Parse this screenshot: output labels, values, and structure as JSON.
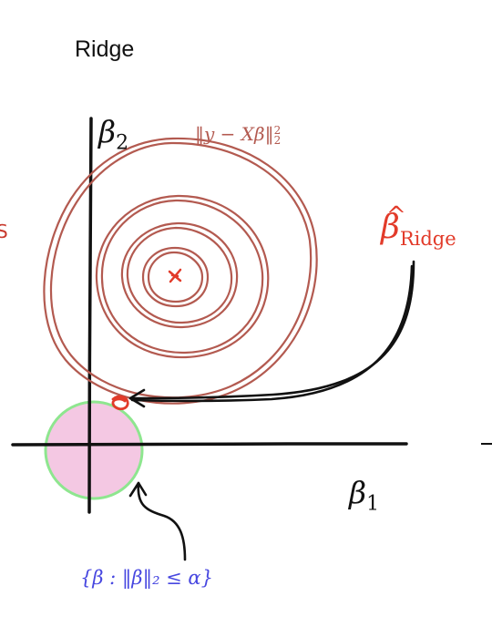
{
  "title": "Ridge",
  "axes": {
    "y_label": "β",
    "y_sub": "2",
    "x_label": "β",
    "x_sub": "1"
  },
  "loss_label": "‖y − Xβ‖",
  "loss_sub": "2",
  "loss_sup": "2",
  "estimate_label": {
    "symbol": "β",
    "hat": "^",
    "subscript": "Ridge"
  },
  "constraint_label": "{β : ‖β‖₂ ≤ α}",
  "left_edge_text": "S",
  "colors": {
    "contour": "#b35a50",
    "estimate": "#e23b2a",
    "constraint_fill": "#f4c8e3",
    "constraint_stroke": "#8ee68f",
    "constraint_text": "#4747e0",
    "axis": "#111111",
    "left_edge_text": "#c8392d"
  },
  "icons": {
    "arrow_to_estimate": "curved-arrow-icon",
    "arrow_to_constraint": "curved-arrow-icon"
  }
}
